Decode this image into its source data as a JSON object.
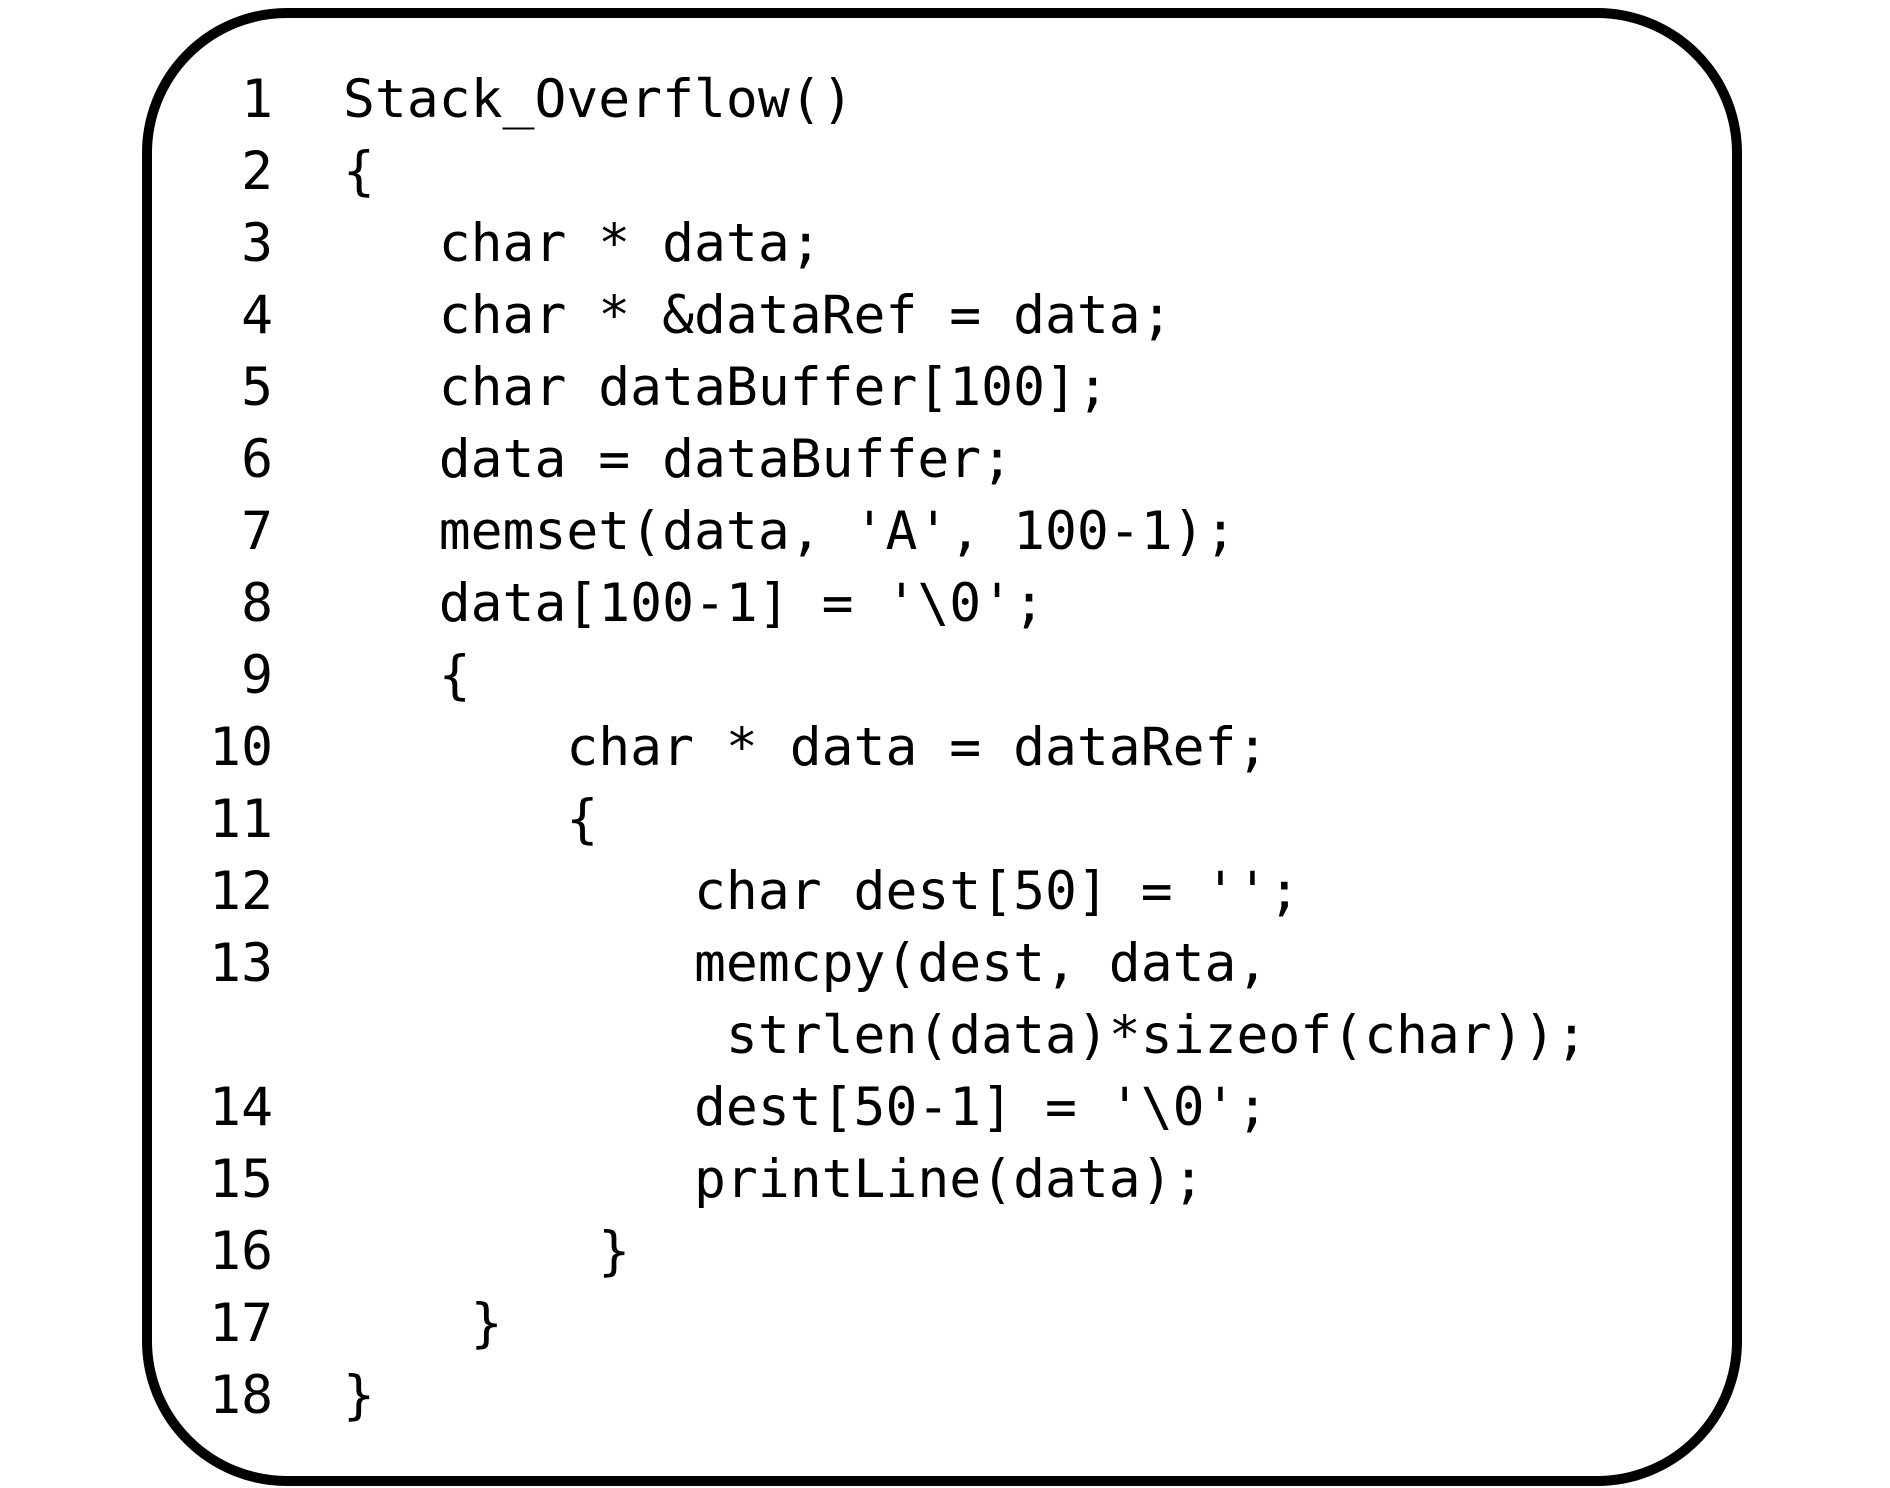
{
  "frame": {
    "border_color": "#000000",
    "background_color": "#ffffff"
  },
  "code_listing": {
    "text_color": "#000000",
    "rows": [
      {
        "num": "1",
        "code": "Stack_Overflow()"
      },
      {
        "num": "2",
        "code": "{"
      },
      {
        "num": "3",
        "code": "   char * data;"
      },
      {
        "num": "4",
        "code": "   char * &dataRef = data;"
      },
      {
        "num": "5",
        "code": "   char dataBuffer[100];"
      },
      {
        "num": "6",
        "code": "   data = dataBuffer;"
      },
      {
        "num": "7",
        "code": "   memset(data, 'A', 100-1);"
      },
      {
        "num": "8",
        "code": "   data[100-1] = '\\0';"
      },
      {
        "num": "9",
        "code": "   {"
      },
      {
        "num": "10",
        "code": "       char * data = dataRef;"
      },
      {
        "num": "11",
        "code": "       {"
      },
      {
        "num": "12",
        "code": "           char dest[50] = '';"
      },
      {
        "num": "13",
        "code": "           memcpy(dest, data,"
      },
      {
        "num": "",
        "code": "            strlen(data)*sizeof(char));"
      },
      {
        "num": "14",
        "code": "           dest[50-1] = '\\0';"
      },
      {
        "num": "15",
        "code": "           printLine(data);"
      },
      {
        "num": "16",
        "code": "        }"
      },
      {
        "num": "17",
        "code": "    }"
      },
      {
        "num": "18",
        "code": "}"
      }
    ]
  }
}
